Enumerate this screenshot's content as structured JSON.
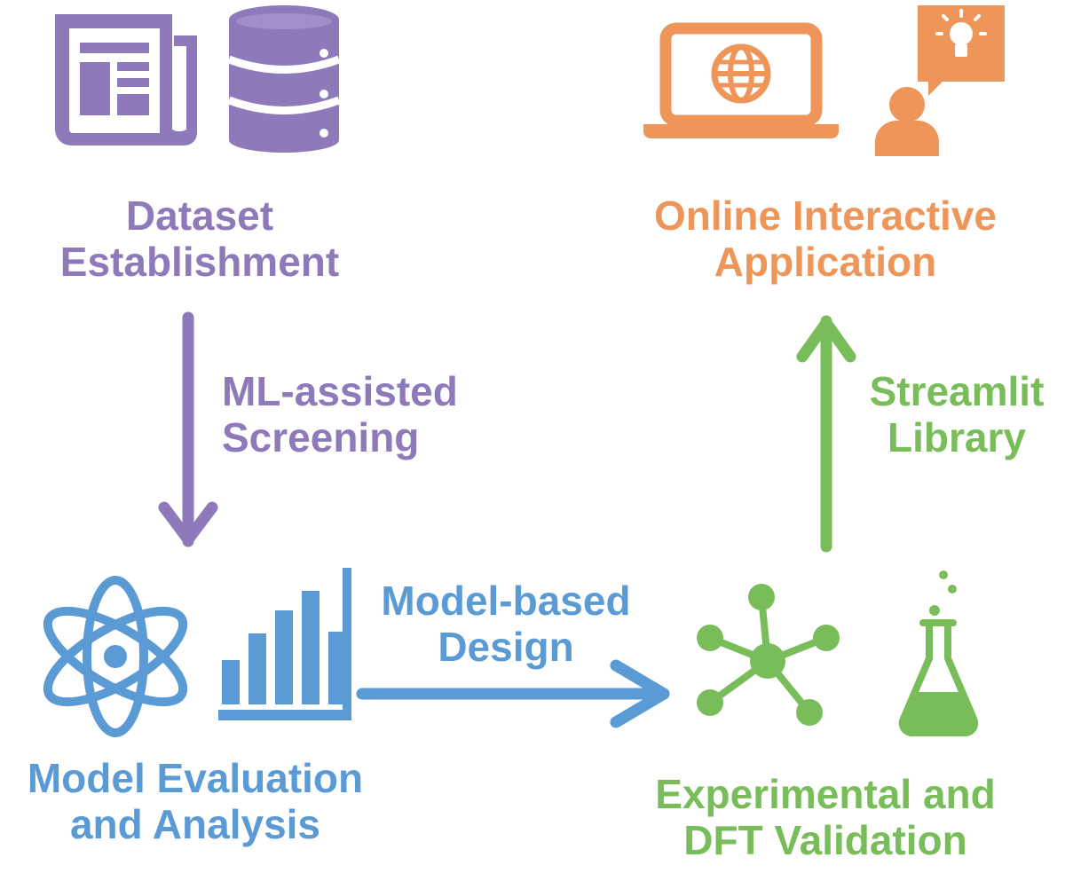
{
  "stages": {
    "dataset": {
      "line1": "Dataset",
      "line2": "Establishment",
      "color": "#8e79ba"
    },
    "online": {
      "line1": "Online Interactive",
      "line2": "Application",
      "color": "#ee965a"
    },
    "model_eval": {
      "line1": "Model Evaluation",
      "line2": "and Analysis",
      "color": "#5b9bd5"
    },
    "validation": {
      "line1": "Experimental and",
      "line2": "DFT Validation",
      "color": "#78bd5a"
    }
  },
  "transitions": {
    "screening": {
      "line1": "ML-assisted",
      "line2": "Screening",
      "color": "#8e79ba"
    },
    "design": {
      "line1": "Model-based",
      "line2": "Design",
      "color": "#5b9bd5"
    },
    "streamlit": {
      "line1": "Streamlit",
      "line2": "Library",
      "color": "#78bd5a"
    }
  },
  "icons": [
    "newspaper-icon",
    "database-icon",
    "laptop-globe-icon",
    "person-idea-icon",
    "atom-icon",
    "bar-chart-icon",
    "network-icon",
    "flask-icon"
  ]
}
